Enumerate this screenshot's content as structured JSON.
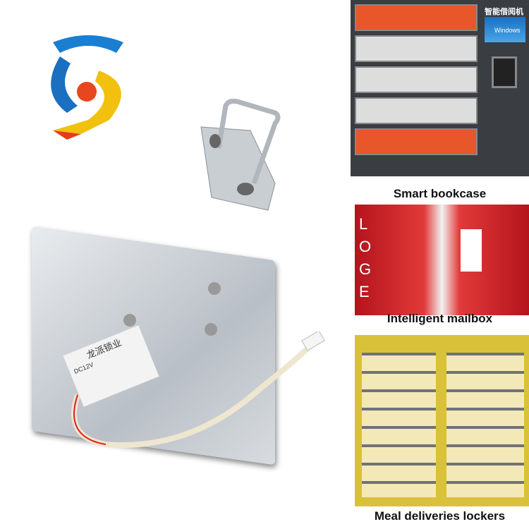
{
  "logo": {
    "name": "company-logo"
  },
  "lock_label": {
    "brand": "龙派锁业",
    "spec": "DC12V"
  },
  "panels": [
    {
      "caption": "Smart bookcase",
      "screen_title": "智能借阅机",
      "screen_os": "Windows"
    },
    {
      "caption": "Intelligent mailbox",
      "wall_letters": "LOGE"
    },
    {
      "caption": "Meal deliveries lockers"
    }
  ],
  "colors": {
    "bookcase_orange": "#e8572a",
    "mailbox_red": "#c81e24",
    "locker_yellow": "#d9c23a"
  }
}
